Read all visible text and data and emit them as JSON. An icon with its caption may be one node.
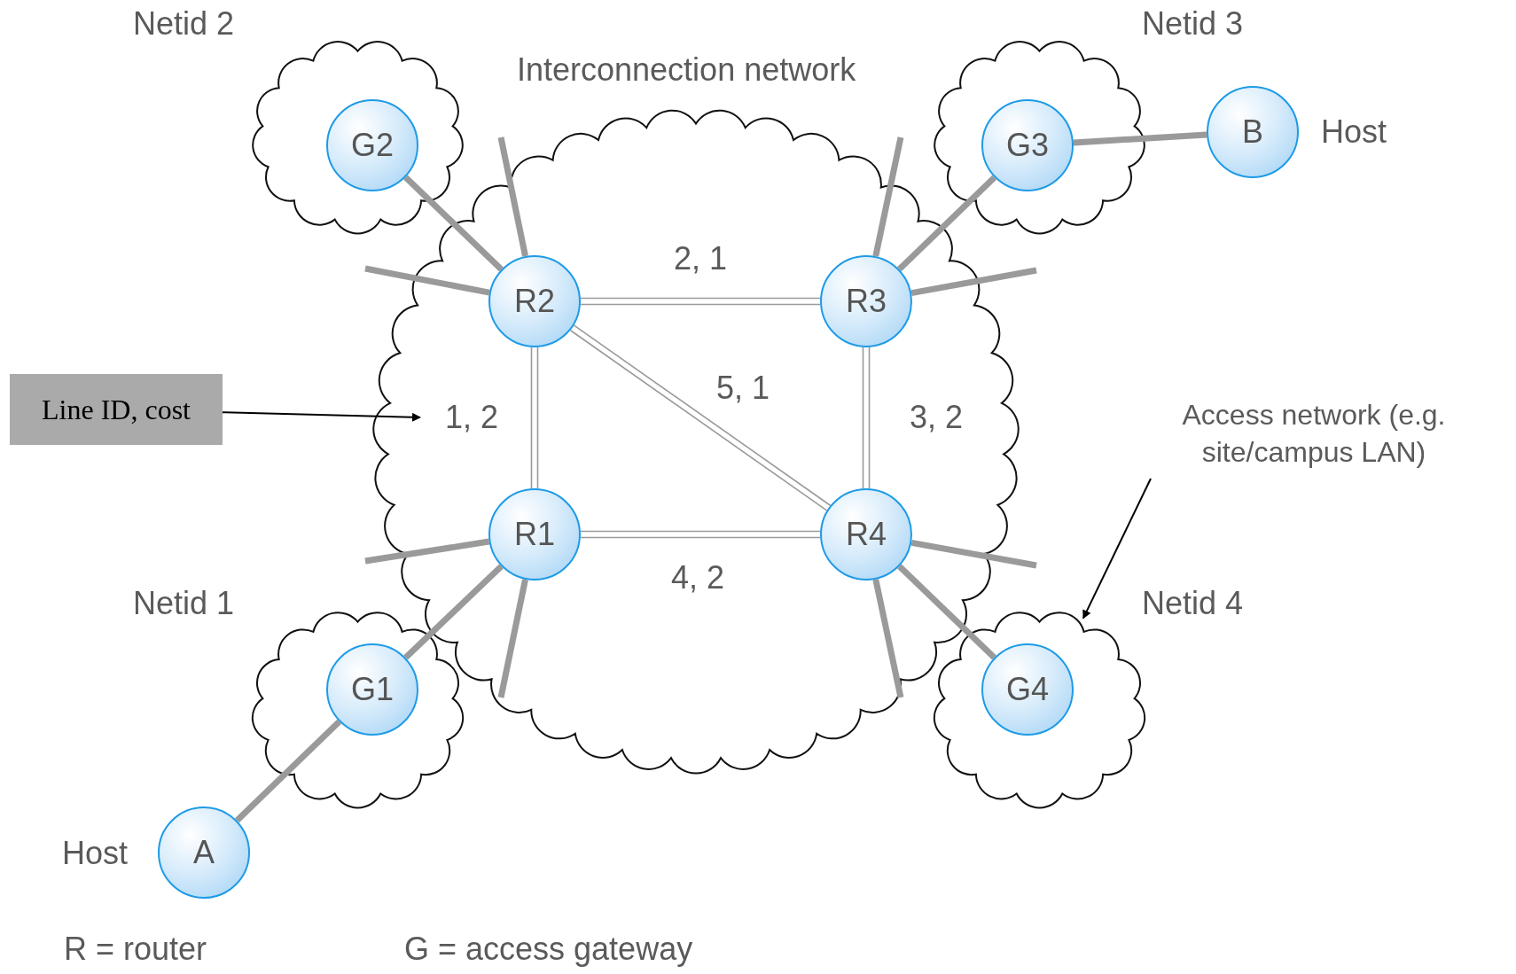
{
  "diagram": {
    "nodes": [
      {
        "text": [
          "Netid 2"
        ]
      },
      {
        "text": [
          "G2"
        ],
        "in": 0
      },
      {
        "text": [
          "Interconnection network"
        ]
      },
      {
        "text": [
          "R2"
        ],
        "in": 2
      },
      {
        "text": [
          "R3"
        ],
        "in": 2
      },
      {
        "text": [
          "R1"
        ],
        "in": 2
      },
      {
        "text": [
          "R4"
        ],
        "in": 2
      },
      {
        "text": [
          "Netid 3"
        ]
      },
      {
        "text": [
          "G3"
        ],
        "in": 7
      },
      {
        "text": [
          "B"
        ],
        "beside": [
          "Host"
        ]
      },
      {
        "text": [
          "Line ID, cost"
        ]
      },
      {
        "text": [
          "Access network (e.g. site/campus LAN)"
        ]
      },
      {
        "text": [
          "Netid 1"
        ]
      },
      {
        "text": [
          "G1"
        ],
        "in": 12
      },
      {
        "text": [
          "Netid 4"
        ]
      },
      {
        "text": [
          "G4"
        ],
        "in": 14
      },
      {
        "text": [
          "A"
        ],
        "beside": [
          "Host"
        ]
      }
    ],
    "edges": [
      {
        "from": 1,
        "to": 3,
        "arrow": "none",
        "style": "thick"
      },
      {
        "from": 3,
        "to": 4,
        "arrow": "none",
        "label": "2, 1"
      },
      {
        "from": 3,
        "to": 5,
        "arrow": "none",
        "label": "1, 2"
      },
      {
        "from": 3,
        "to": 6,
        "arrow": "none",
        "label": "5, 1"
      },
      {
        "from": 4,
        "to": 6,
        "arrow": "none",
        "label": "3, 2"
      },
      {
        "from": 5,
        "to": 6,
        "arrow": "none",
        "label": "4, 2"
      },
      {
        "from": 8,
        "to": 4,
        "arrow": "none",
        "style": "thick"
      },
      {
        "from": 9,
        "to": 8,
        "arrow": "none",
        "style": "thick"
      },
      {
        "from": 13,
        "to": 5,
        "arrow": "none",
        "style": "thick"
      },
      {
        "from": 16,
        "to": 13,
        "arrow": "none",
        "style": "thick"
      },
      {
        "from": 6,
        "to": 15,
        "arrow": "none",
        "style": "thick"
      },
      {
        "from": 10,
        "to": 2,
        "arrow": "to",
        "color": "#000000"
      },
      {
        "from": 11,
        "to": 14,
        "arrow": "to",
        "color": "#000000"
      }
    ],
    "labels": [
      "R = router",
      "G = access gateway"
    ]
  }
}
